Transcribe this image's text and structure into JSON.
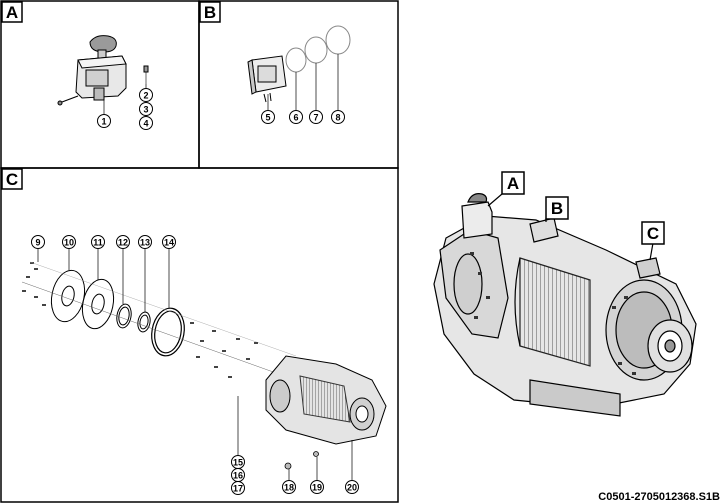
{
  "panels": {
    "A": {
      "label": "A"
    },
    "B": {
      "label": "B"
    },
    "C": {
      "label": "C"
    }
  },
  "overview_labels": {
    "A": "A",
    "B": "B",
    "C": "C"
  },
  "callouts": {
    "n1": "1",
    "n2": "2",
    "n3": "3",
    "n4": "4",
    "n5": "5",
    "n6": "6",
    "n7": "7",
    "n8": "8",
    "n9": "9",
    "n10": "10",
    "n11": "11",
    "n12": "12",
    "n13": "13",
    "n14": "14",
    "n15": "15",
    "n16": "16",
    "n17": "17",
    "n18": "18",
    "n19": "19",
    "n20": "20"
  },
  "reference_code": "C0501-2705012368.S1B"
}
